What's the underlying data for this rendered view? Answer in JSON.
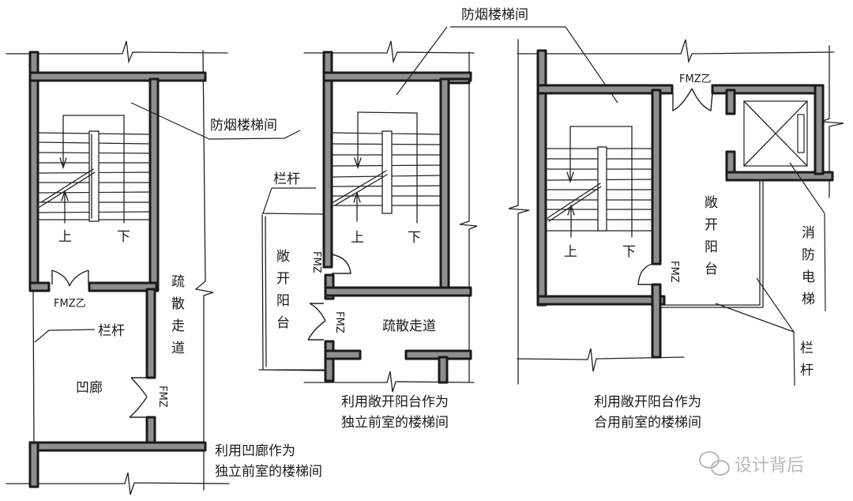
{
  "title": "防烟楼梯间",
  "labels": {
    "stair_hall": "防烟楼梯间",
    "railing": "栏杆",
    "door_code": "FMZ乙",
    "door_code_vertical": "FMZ",
    "up": "上",
    "down": "下",
    "evac_corridor_vertical": [
      "疏",
      "散",
      "走",
      "道"
    ],
    "evac_corridor": "疏散走道",
    "recess": "凹廊",
    "open_balcony_vertical": [
      "敞",
      "开",
      "阳",
      "台"
    ],
    "fire_elevator_vertical": [
      "消",
      "防",
      "电",
      "梯"
    ],
    "railing_vertical": [
      "栏",
      "杆"
    ]
  },
  "captions": {
    "plan_a": [
      "利用凹廊作为",
      "独立前室的楼梯间"
    ],
    "plan_b": [
      "利用敞开阳台作为",
      "独立前室的楼梯间"
    ],
    "plan_c": [
      "利用敞开阳台作为",
      "合用前室的楼梯间"
    ]
  },
  "watermark": {
    "icon": "wechat-icon",
    "text": "设计背后"
  },
  "colors": {
    "wall_fill": "#8f8f8f",
    "ink": "#1a1a1a",
    "watermark": "#b8b8b8"
  }
}
